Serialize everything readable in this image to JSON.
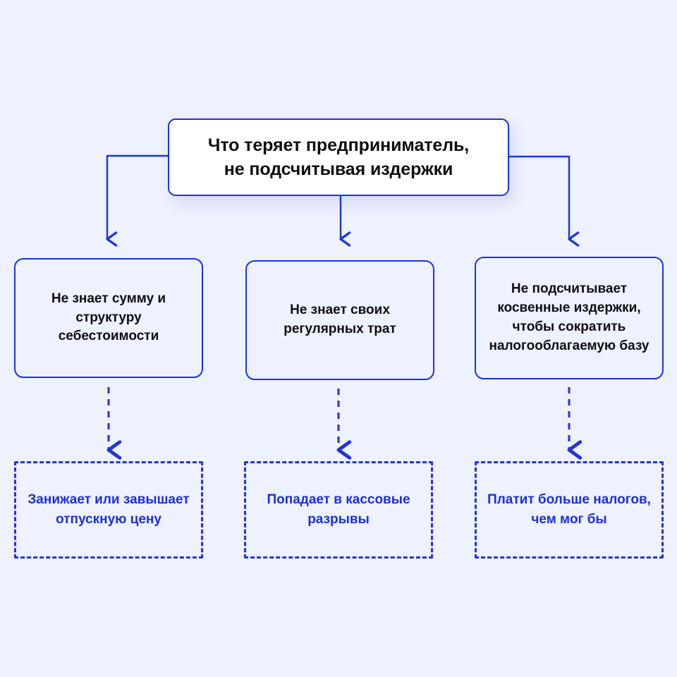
{
  "page": {
    "background_color": "#eef1fe",
    "accent_color": "#1a35e0",
    "dashed_color": "#2233dd",
    "text_color": "#0d0d12",
    "blue_text_color": "#1d2fdc"
  },
  "root": {
    "line1": "Что теряет предприниматель,",
    "line2": "не подсчитывая издержки"
  },
  "causes": [
    {
      "id": "cause-1",
      "text": "Не знает сумму и структуру себестоимости"
    },
    {
      "id": "cause-2",
      "text": "Не знает своих регулярных трат"
    },
    {
      "id": "cause-3",
      "text": "Не подсчитывает косвенные издержки, чтобы сократить налогооблагаемую базу"
    }
  ],
  "consequences": [
    {
      "id": "consequence-1",
      "text": "Занижает или завышает отпускную цену"
    },
    {
      "id": "consequence-2",
      "text": "Попадает в кассовые разрывы"
    },
    {
      "id": "consequence-3",
      "text": "Платит больше налогов, чем мог бы"
    }
  ]
}
